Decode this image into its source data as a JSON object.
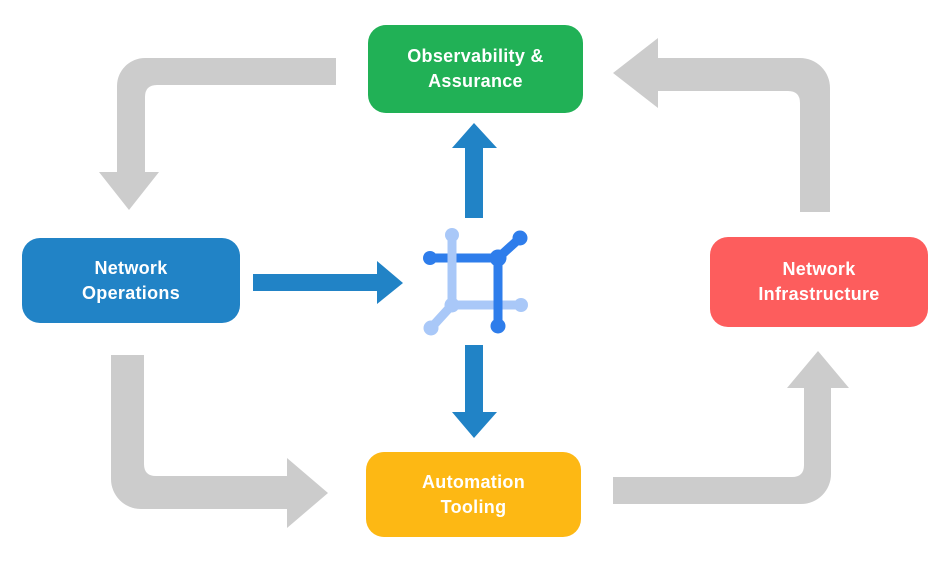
{
  "diagram_title": "",
  "boxes": {
    "top": {
      "line1": "Observability &",
      "line2": "Assurance",
      "color": "#21B156"
    },
    "left": {
      "line1": "Network",
      "line2": "Operations",
      "color": "#2183C6"
    },
    "right": {
      "line1": "Network",
      "line2": "Infrastructure",
      "color": "#FD5D5D"
    },
    "bottom": {
      "line1": "Automation",
      "line2": "Tooling",
      "color": "#FDB814"
    }
  },
  "colors": {
    "arrow_gray": "#CCCCCC",
    "arrow_blue": "#2183C6",
    "icon_dark_blue": "#2E7DEB",
    "icon_light_blue": "#A9C8F8",
    "box_text": "#FFFFFF",
    "background": "#FFFFFF"
  },
  "flows": {
    "outer_cycle": [
      {
        "from": "Observability & Assurance",
        "to": "Network Operations",
        "style": "gray-elbow",
        "direction": "left-then-down"
      },
      {
        "from": "Network Operations",
        "to": "Automation Tooling",
        "style": "gray-elbow",
        "direction": "down-then-right"
      },
      {
        "from": "Automation Tooling",
        "to": "Network Infrastructure",
        "style": "gray-elbow",
        "direction": "right-then-up"
      },
      {
        "from": "Network Infrastructure",
        "to": "Observability & Assurance",
        "style": "gray-elbow",
        "direction": "up-then-left"
      }
    ],
    "center_links": [
      {
        "from": "Network Operations",
        "to": "center-icon",
        "style": "blue-straight",
        "direction": "right"
      },
      {
        "from": "center-icon",
        "to": "Observability & Assurance",
        "style": "blue-straight",
        "direction": "up"
      },
      {
        "from": "center-icon",
        "to": "Automation Tooling",
        "style": "blue-straight",
        "direction": "down"
      }
    ],
    "center_icon_name": "network-mesh-icon"
  }
}
